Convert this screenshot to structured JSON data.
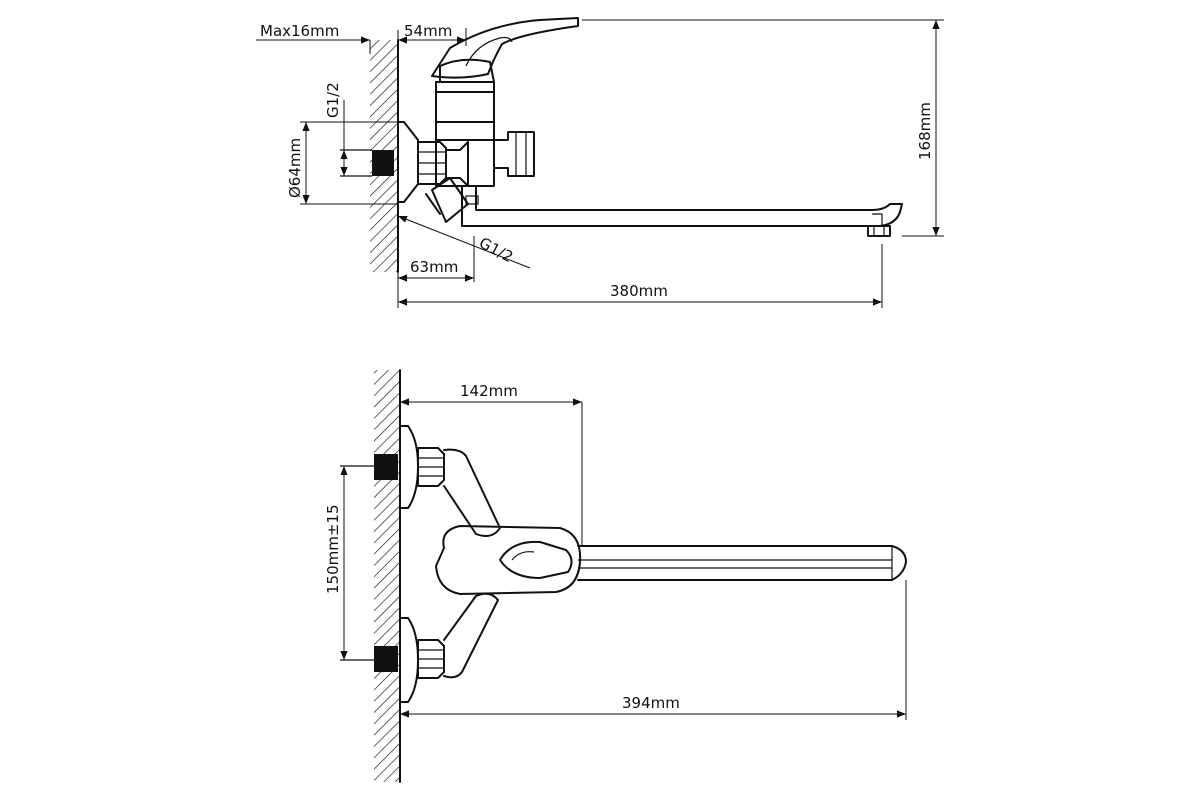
{
  "side_view": {
    "max_depth": "Max16mm",
    "handle_offset": "54mm",
    "inlet_thread_top": "G1/2",
    "flange_diameter": "Ø64mm",
    "height": "168mm",
    "outlet_thread": "G1/2",
    "body_depth": "63mm",
    "spout_length": "380mm"
  },
  "front_view": {
    "handle_distance": "142mm",
    "center_distance": "150mm±15",
    "total_length": "394mm"
  }
}
